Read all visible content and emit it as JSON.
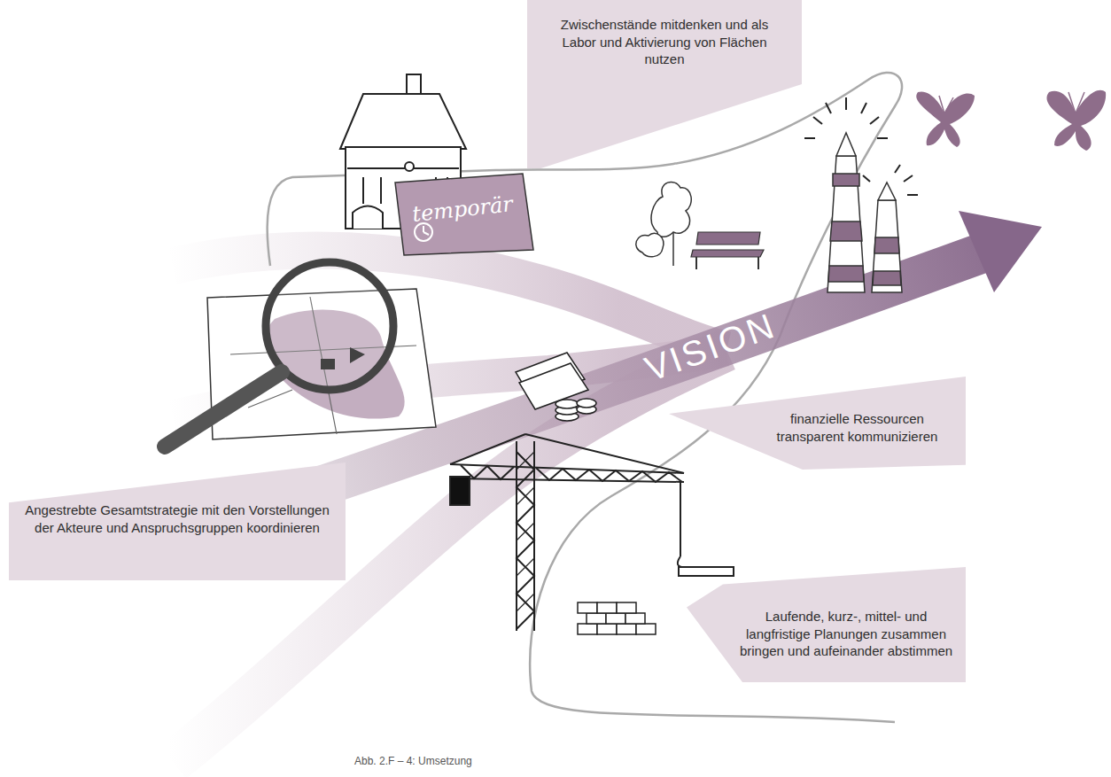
{
  "diagram": {
    "caption": "Abb. 2.F – 4: Umsetzung",
    "nodes": [
      {
        "text": [
          "Zwischenstände mitdenken und als Labor und Aktivierung von Flächen nutzen"
        ]
      },
      {
        "text": [
          "finanzielle Ressourcen transparent kommunizieren"
        ]
      },
      {
        "text": [
          "Angestrebte Gesamtstrategie mit den Vorstellungen der Akteure und Anspruchsgruppen koordinieren"
        ]
      },
      {
        "text": [
          "Laufende, kurz-, mittel- und langfristige Planungen zusammen bringen und aufeinander abstimmen"
        ]
      }
    ],
    "labels": [
      "temporär",
      "VISION"
    ]
  }
}
